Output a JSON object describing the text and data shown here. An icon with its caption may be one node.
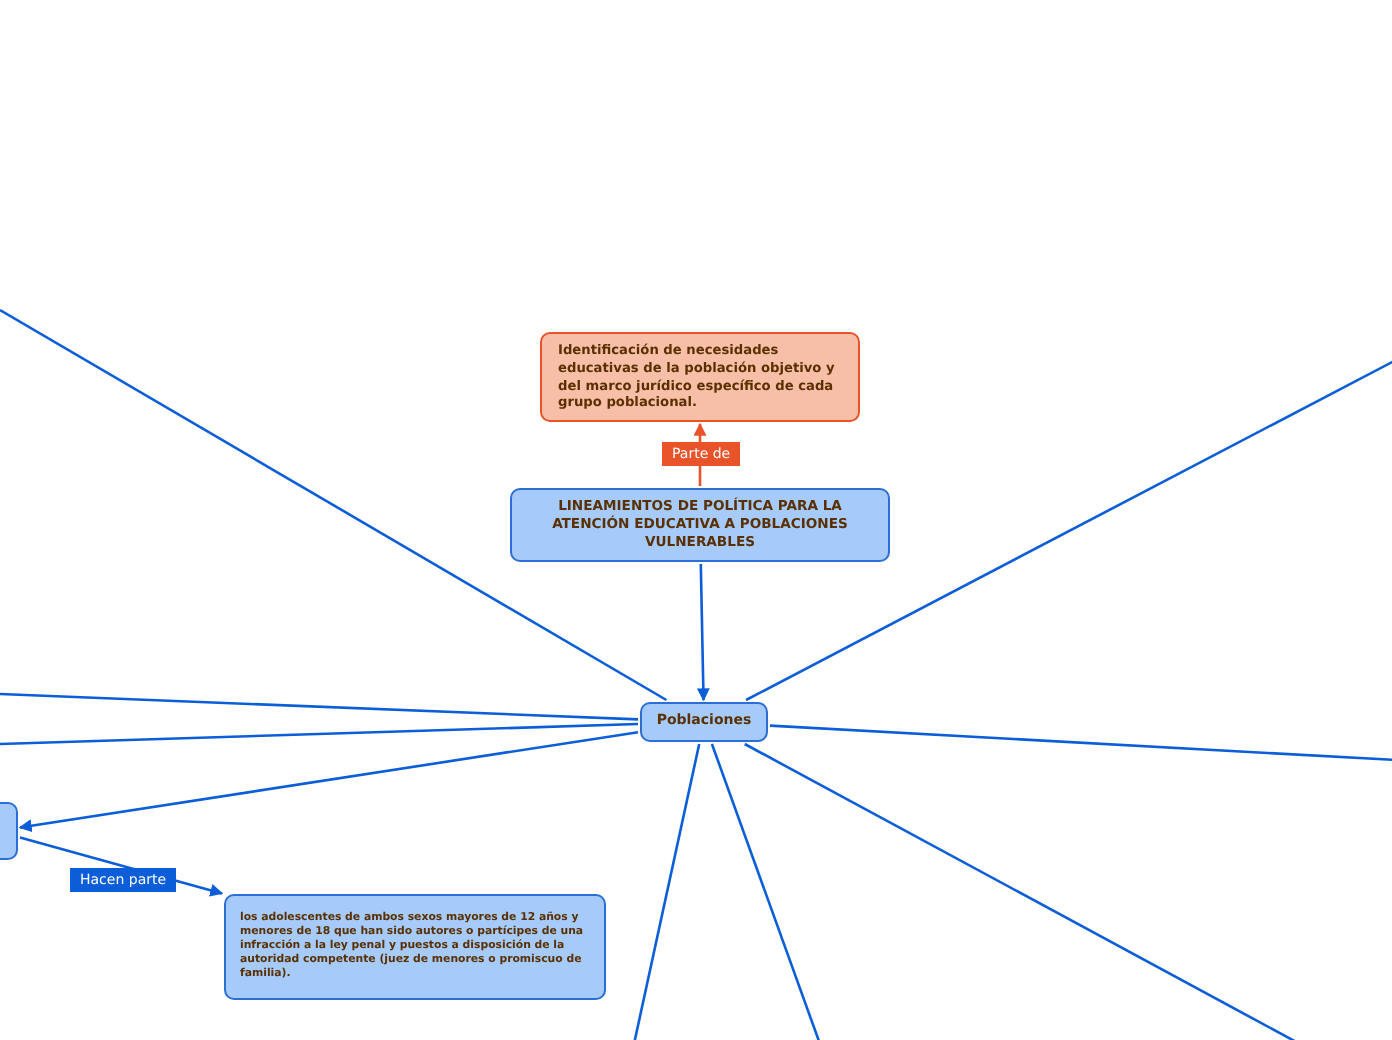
{
  "diagram": {
    "nodes": [
      {
        "text": [
          "Identificación de necesidades educativas de la población objetivo y del marco jurídico específico de cada grupo poblacional."
        ]
      },
      {
        "text": [
          "LINEAMIENTOS DE POLÍTICA PARA LA ATENCIÓN EDUCATIVA A POBLACIONES VULNERABLES"
        ]
      },
      {
        "text": [
          "Poblaciones"
        ]
      },
      {
        "text": [],
        "shape": "box"
      },
      {
        "text": [
          "los adolescentes de ambos sexos mayores de 12 años y menores de 18 que han sido autores o partícipes de una infracción a la ley penal y puestos a disposición de la autoridad competente (juez de menores o promiscuo de familia)."
        ]
      }
    ],
    "edges": [
      {
        "from": 1,
        "to": 0,
        "arrow": "to",
        "label": "Parte de",
        "color": "#e8532a"
      },
      {
        "from": 1,
        "to": 2,
        "arrow": "to"
      },
      {
        "from": 2,
        "to": 3,
        "arrow": "to"
      },
      {
        "from": 3,
        "to": 4,
        "arrow": "to",
        "label": "Hacen parte"
      },
      {
        "from": 2,
        "to": null,
        "arrow": "none"
      },
      {
        "from": 2,
        "to": null,
        "arrow": "none"
      },
      {
        "from": 2,
        "to": null,
        "arrow": "none"
      },
      {
        "from": 2,
        "to": null,
        "arrow": "none"
      },
      {
        "from": 2,
        "to": null,
        "arrow": "none"
      },
      {
        "from": 2,
        "to": null,
        "arrow": "none"
      },
      {
        "from": 2,
        "to": null,
        "arrow": "none"
      },
      {
        "from": 2,
        "to": null,
        "arrow": "none"
      }
    ]
  }
}
